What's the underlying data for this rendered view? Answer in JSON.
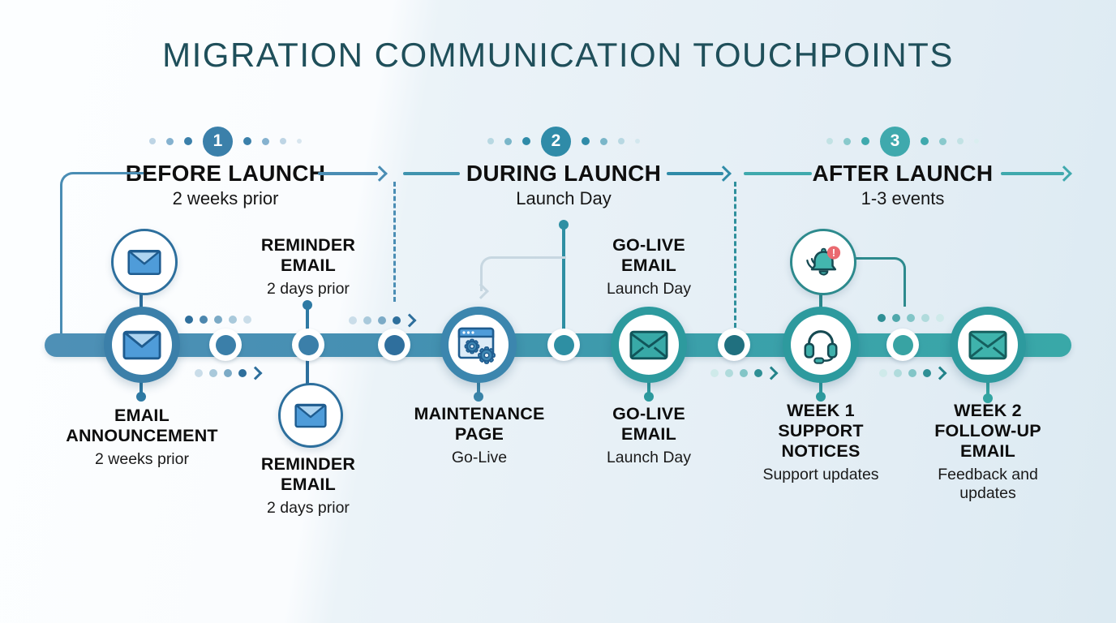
{
  "title": "MIGRATION COMMUNICATION TOUCHPOINTS",
  "phases": [
    {
      "number": "1",
      "name": "BEFORE LAUNCH",
      "timing": "2 weeks prior",
      "accent": "#3b80aa"
    },
    {
      "number": "2",
      "name": "DURING LAUNCH",
      "timing": "Launch Day",
      "accent": "#2f8ba8"
    },
    {
      "number": "3",
      "name": "AFTER LAUNCH",
      "timing": "1-3 events",
      "accent": "#3fa9ad"
    }
  ],
  "touchpoints": {
    "email_announcement": {
      "title": "EMAIL\nANNOUNCEMENT",
      "timing": "2 weeks prior",
      "icon": "envelope-icon"
    },
    "reminder_email_above": {
      "title": "REMINDER\nEMAIL",
      "timing": "2 days prior"
    },
    "reminder_email_below": {
      "title": "REMINDER\nEMAIL",
      "timing": "2 days prior",
      "icon": "envelope-icon"
    },
    "maintenance_page": {
      "title": "MAINTENANCE\nPAGE",
      "timing": "Go-Live",
      "icon": "maintenance-page-icon"
    },
    "golive_email_above": {
      "title": "GO-LIVE\nEMAIL",
      "timing": "Launch Day"
    },
    "golive_email_below": {
      "title": "GO-LIVE\nEMAIL",
      "timing": "Launch Day",
      "icon": "envelope-icon"
    },
    "week1_support_notices": {
      "title": "WEEK 1\nSUPPORT\nNOTICES",
      "timing": "Support updates",
      "icon": "headset-icon"
    },
    "week2_followup_email": {
      "title": "WEEK 2\nFOLLOW-UP\nEMAIL",
      "timing": "Feedback and\nupdates",
      "icon": "envelope-icon"
    },
    "alert_bell": {
      "icon": "bell-alert-icon"
    }
  },
  "colors": {
    "title_text": "#1f4f5a",
    "timeline_left": "#4e90b6",
    "timeline_right": "#39a8a8",
    "envelope_blue": "#4f9cd9",
    "envelope_teal": "#3cafa9",
    "alert_badge": "#ea6a70"
  }
}
